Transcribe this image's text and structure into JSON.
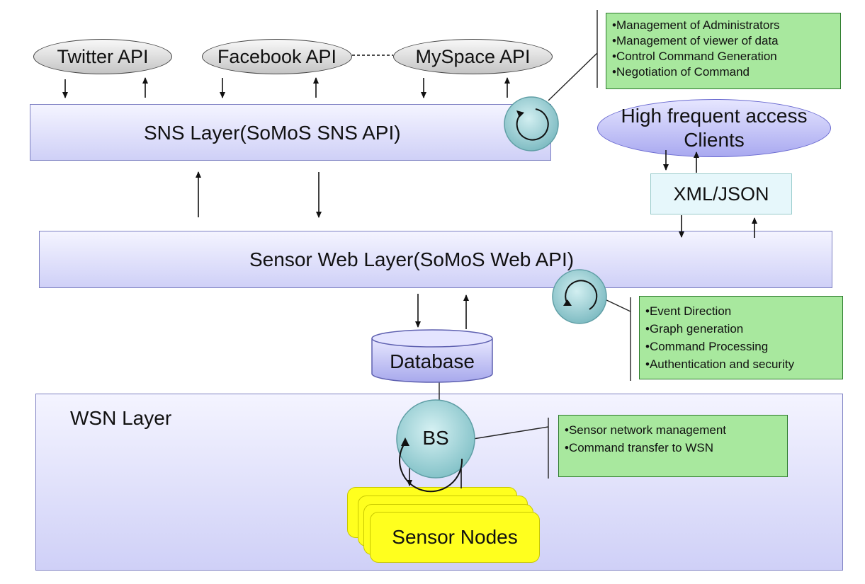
{
  "apis": {
    "twitter": "Twitter API",
    "facebook": "Facebook API",
    "myspace": "MySpace API"
  },
  "sns_layer": {
    "label": "SNS Layer(SoMoS SNS API)"
  },
  "sns_notes": [
    "•Management of Administrators",
    "•Management of viewer of data",
    "•Control Command  Generation",
    "•Negotiation of Command"
  ],
  "clients": {
    "line1": "High frequent access",
    "line2": "Clients"
  },
  "xml_json": "XML/JSON",
  "web_layer": {
    "label": "Sensor Web Layer(SoMoS Web API)"
  },
  "web_notes": [
    "•Event Direction",
    "•Graph generation",
    "•Command Processing",
    "•Authentication and security"
  ],
  "database": "Database",
  "wsn_layer": {
    "label": "WSN Layer"
  },
  "bs": "BS",
  "bs_notes": [
    "•Sensor network management",
    "•Command transfer to WSN"
  ],
  "sensor_nodes": "Sensor Nodes",
  "colors": {
    "layer_fill": "#d9daf9",
    "note_fill": "#a8e89e",
    "sensor_fill": "#ffff1e",
    "process_fill": "#9fd3d8"
  }
}
